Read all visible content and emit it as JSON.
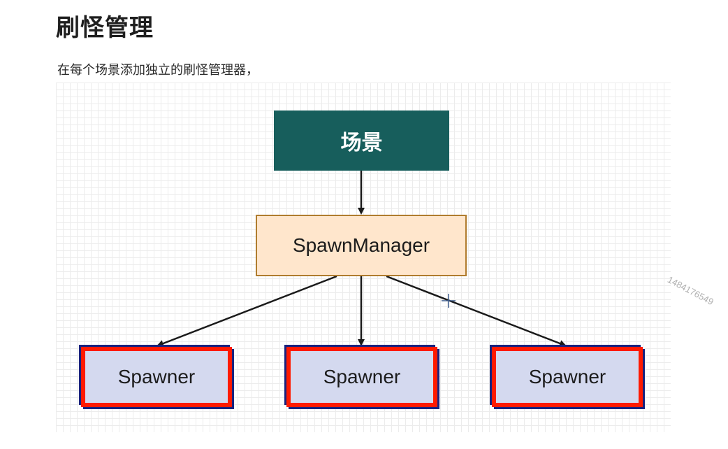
{
  "page": {
    "title": "刷怪管理",
    "description": "在每个场景添加独立的刷怪管理器，"
  },
  "diagram": {
    "nodes": {
      "scene": "场景",
      "manager": "SpawnManager",
      "spawners": [
        "Spawner",
        "Spawner",
        "Spawner"
      ]
    },
    "edges": [
      {
        "from": "场景",
        "to": "SpawnManager"
      },
      {
        "from": "SpawnManager",
        "to": "Spawner (left)"
      },
      {
        "from": "SpawnManager",
        "to": "Spawner (middle)"
      },
      {
        "from": "SpawnManager",
        "to": "Spawner (right)"
      }
    ],
    "colors": {
      "scene_fill": "#175e5c",
      "manager_fill": "#ffe6cc",
      "manager_border": "#b07c2e",
      "spawner_fill": "#d4d9ef",
      "spawner_highlight": "#ff1a00"
    }
  },
  "watermark": "1484176549"
}
